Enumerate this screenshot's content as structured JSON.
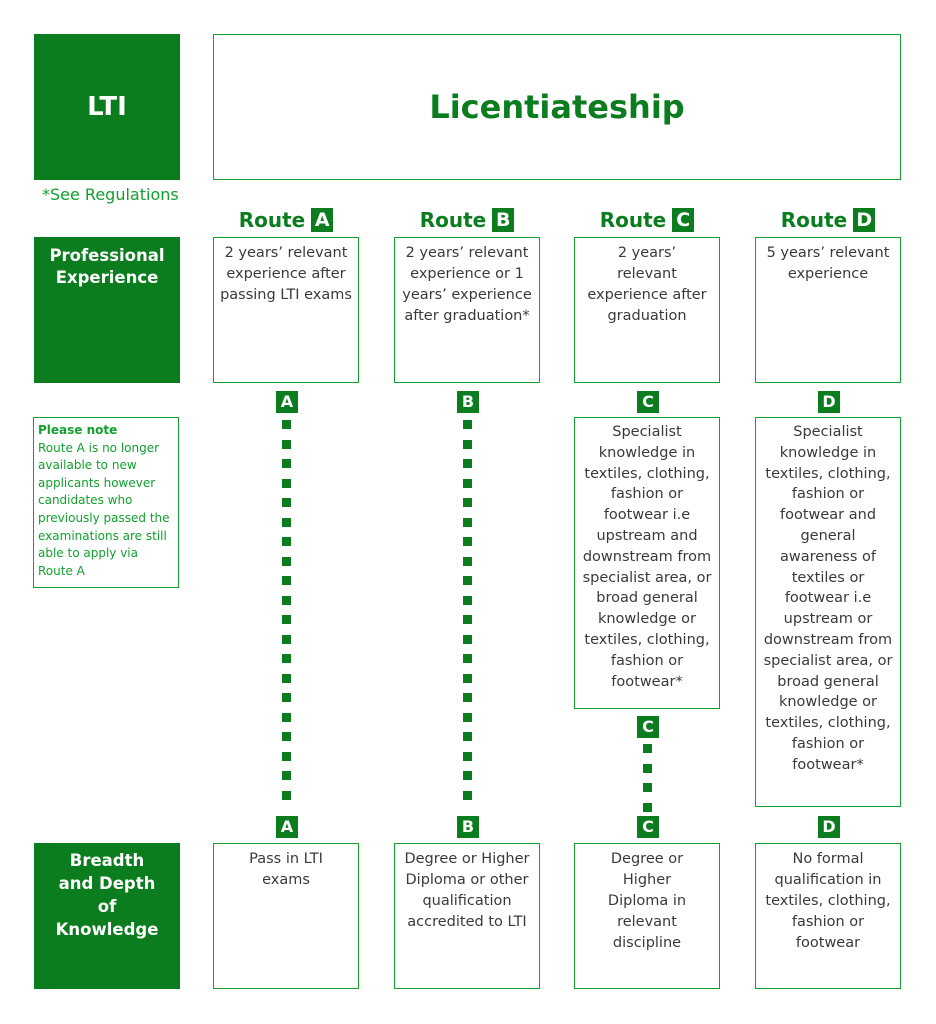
{
  "header": {
    "lti_label": "LTI",
    "title": "Licentiateship",
    "see_regulations": "*See Regulations"
  },
  "rows": {
    "professional_experience": "Professional Experience",
    "breadth_depth": "Breadth and Depth of Knowledge"
  },
  "note": {
    "heading": "Please note",
    "text": "Route A is no longer available to new applicants however candidates who previously passed the examinations are still able to apply via Route A"
  },
  "routes": [
    {
      "word": "Route",
      "letter": "A",
      "experience": "2 years’ relevant experience after passing LTI exams",
      "specialist": "",
      "qualification": "Pass in LTI exams"
    },
    {
      "word": "Route",
      "letter": "B",
      "experience": "2 years’ relevant experience or 1 years’ experience after graduation*",
      "specialist": "",
      "qualification": "Degree or Higher Diploma or other qualification accredited to LTI"
    },
    {
      "word": "Route",
      "letter": "C",
      "experience": "2 years’ relevant experience after graduation",
      "specialist": "Specialist knowledge in textiles, clothing, fashion or footwear i.e upstream and downstream from specialist area, or broad general knowledge or textiles, clothing, fashion or footwear*",
      "qualification": "Degree or Higher Diploma in relevant discipline"
    },
    {
      "word": "Route",
      "letter": "D",
      "experience": "5 years’ relevant experience",
      "specialist": "Specialist knowledge in textiles, clothing, fashion or footwear and general awareness of textiles or footwear i.e upstream or downstream from specialist area, or broad general knowledge or textiles, clothing, fashion or footwear*",
      "qualification": "No formal qualification in textiles, clothing, fashion or footwear"
    }
  ],
  "colors": {
    "dark_green": "#0b7d1f",
    "light_green": "#12a02e",
    "text": "#3a3a3a"
  }
}
